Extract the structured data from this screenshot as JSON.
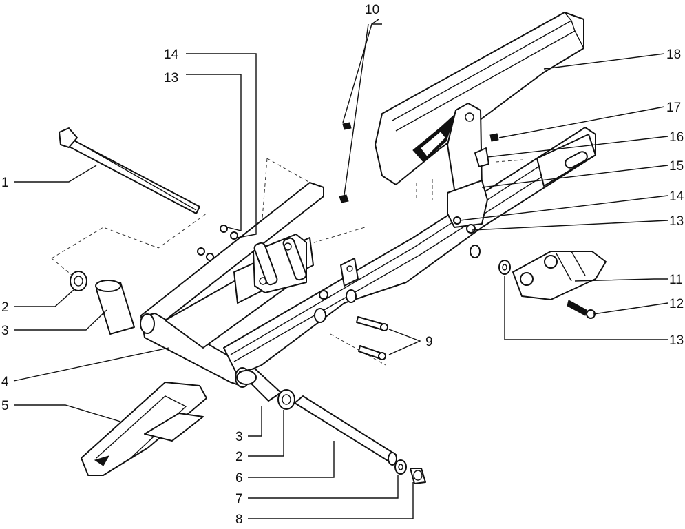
{
  "diagram": {
    "callouts": [
      {
        "id": "c1",
        "label": "1"
      },
      {
        "id": "c2a",
        "label": "2"
      },
      {
        "id": "c3a",
        "label": "3"
      },
      {
        "id": "c4",
        "label": "4"
      },
      {
        "id": "c5",
        "label": "5"
      },
      {
        "id": "c3b",
        "label": "3"
      },
      {
        "id": "c2b",
        "label": "2"
      },
      {
        "id": "c6",
        "label": "6"
      },
      {
        "id": "c7",
        "label": "7"
      },
      {
        "id": "c8",
        "label": "8"
      },
      {
        "id": "c9",
        "label": "9"
      },
      {
        "id": "c10",
        "label": "10"
      },
      {
        "id": "c11",
        "label": "11"
      },
      {
        "id": "c12",
        "label": "12"
      },
      {
        "id": "c13a",
        "label": "13"
      },
      {
        "id": "c13b",
        "label": "13"
      },
      {
        "id": "c13c",
        "label": "13"
      },
      {
        "id": "c14a",
        "label": "14"
      },
      {
        "id": "c14b",
        "label": "14"
      },
      {
        "id": "c15",
        "label": "15"
      },
      {
        "id": "c16",
        "label": "16"
      },
      {
        "id": "c17",
        "label": "17"
      },
      {
        "id": "c18",
        "label": "18"
      }
    ]
  }
}
